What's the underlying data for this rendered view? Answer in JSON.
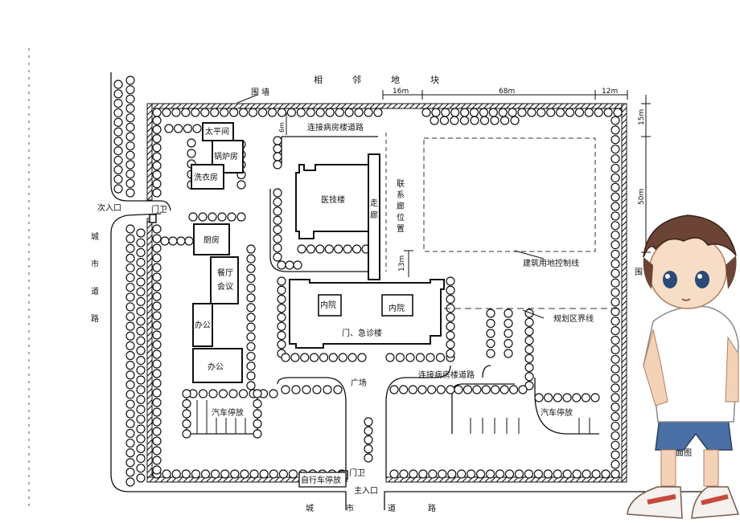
{
  "labels": {
    "neighbor_plot": [
      "相",
      "邻",
      "地",
      "块"
    ],
    "boundary_wall": "围 墙",
    "dim_16m": "16m",
    "dim_68m": "68m",
    "dim_12m": "12m",
    "dim_15m": "15m",
    "dim_50m": "50m",
    "dim_13m": "13m",
    "dim_6m": "6m",
    "taiping": "太平间",
    "boiler": "锅炉房",
    "laundry": "洗衣房",
    "corridor_north": "连接病房楼道路",
    "medtech": "医技楼",
    "walkway": [
      "走",
      "廊"
    ],
    "link_corridor": [
      "联",
      "系",
      "廊",
      "位",
      "置"
    ],
    "control_line": "建筑用地控制线",
    "secondary_entrance": "次入口",
    "guard_left": "门卫",
    "kitchen": "厨房",
    "dining": [
      "餐厅",
      "会议"
    ],
    "office_small": "办公",
    "office": "办公",
    "courtyard_left": "内院",
    "courtyard_right": "内院",
    "outpatient": "门、急诊楼",
    "planning_boundary": "规划区界线",
    "plaza": "广场",
    "corridor_south": "连接病房楼道路",
    "parking_left": "汽车停放",
    "parking_right": "汽车停放",
    "bike_parking": "自行车停放",
    "guard_main": "门卫",
    "main_entrance": "主入口",
    "city_road_left": [
      "城",
      "市",
      "道",
      "路"
    ],
    "city_road_bottom": [
      "城",
      "市",
      "道",
      "路"
    ],
    "partial_wei": "围",
    "partial_di": "地",
    "partial_mian": "面图"
  }
}
